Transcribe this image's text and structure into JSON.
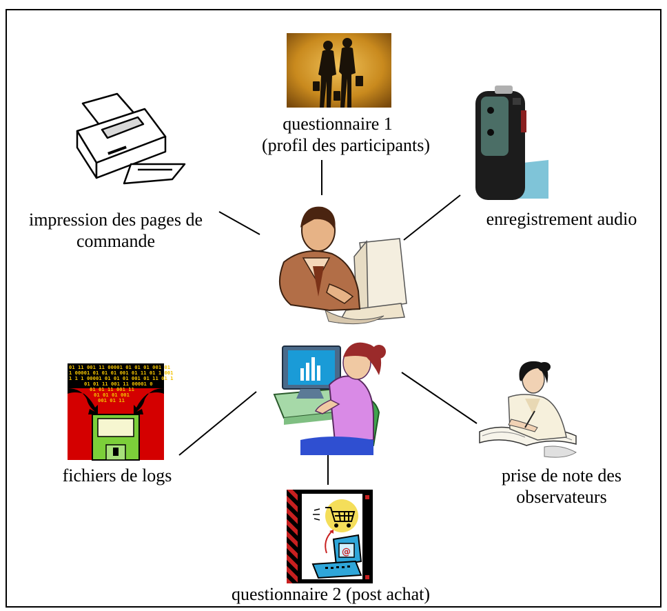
{
  "labels": {
    "questionnaire1": [
      "questionnaire 1",
      "(profil des participants)"
    ],
    "impression": [
      "impression des pages de",
      "commande"
    ],
    "audio": [
      "enregistrement audio"
    ],
    "logs": [
      "fichiers de logs"
    ],
    "notes": [
      "prise de note des",
      "observateurs"
    ],
    "questionnaire2": [
      "questionnaire 2 (post achat)"
    ]
  },
  "logs_binary": [
    "01 11 001 11 00001 01 01 01 001 01",
    "1 00001 01 01 01 001 01 11 01 1 001",
    "1 1 1 00001 01 01 01 001 01 11 01 1",
    "01 01 11 001 11 00001 0",
    "01 01 11 001 11",
    "01 01 01 001",
    "001 01 11"
  ],
  "colors": {
    "line": "#000000",
    "logs_red": "#d40000",
    "floppy_green": "#7ccf3a",
    "monitor_blue": "#1a9bd7",
    "blouse_purple": "#d98ae6",
    "chair_green": "#3fa34d",
    "photo_bg": "#c98a1e"
  },
  "icons": [
    "shopping-people-icon",
    "printer-icon",
    "voice-recorder-icon",
    "man-at-computer-icon",
    "woman-at-computer-icon",
    "log-files-floppy-icon",
    "note-taking-woman-icon",
    "ecommerce-questionnaire-icon"
  ]
}
